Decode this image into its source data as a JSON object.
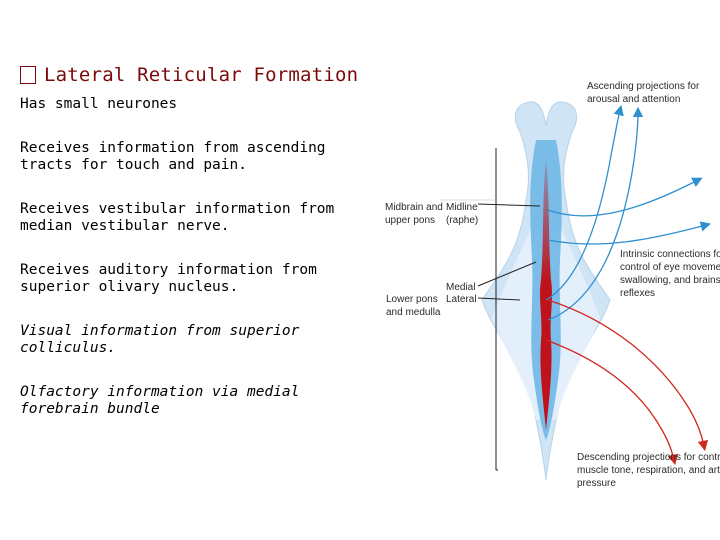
{
  "slide": {
    "title": "Lateral Reticular Formation",
    "paragraphs": [
      {
        "text": "Has small neurones",
        "italic": false
      },
      {
        "text": "Receives information from ascending\ntracts for touch and pain.",
        "italic": false
      },
      {
        "text": "Receives vestibular information from\nmedian vestibular nerve.",
        "italic": false
      },
      {
        "text": "Receives auditory information from\nsuperior olivary nucleus.",
        "italic": false
      },
      {
        "text": "Visual information from superior\ncolliculus.",
        "italic": true
      },
      {
        "text": "Olfactory information via medial\nforebrain bundle",
        "italic": true
      }
    ]
  },
  "diagram": {
    "labels": {
      "ascending_1": "Ascending projections for",
      "ascending_2": "arousal and attention",
      "midbrain_1": "Midbrain and",
      "midbrain_2": "upper pons",
      "midline_1": "Midline",
      "midline_2": "(raphe)",
      "intrinsic_1": "Intrinsic connections for",
      "intrinsic_2": "control of eye movements,",
      "intrinsic_3": "swallowing, and brainstem",
      "intrinsic_4": "reflexes",
      "medial": "Medial",
      "lower_1": "Lower pons",
      "lower_2": "and medulla",
      "lateral": "Lateral",
      "descending_1": "Descending projections for control of",
      "descending_2": "muscle tone, respiration, and arterial",
      "descending_3": "pressure"
    },
    "colors": {
      "brainstem": "#cfe4f5",
      "medial_zone": "#6fb7e6",
      "midline": "#c0121a",
      "ascending_arrow": "#2f8fcf",
      "descending_arrow": "#d1281f",
      "pointer_line": "#222222"
    }
  }
}
